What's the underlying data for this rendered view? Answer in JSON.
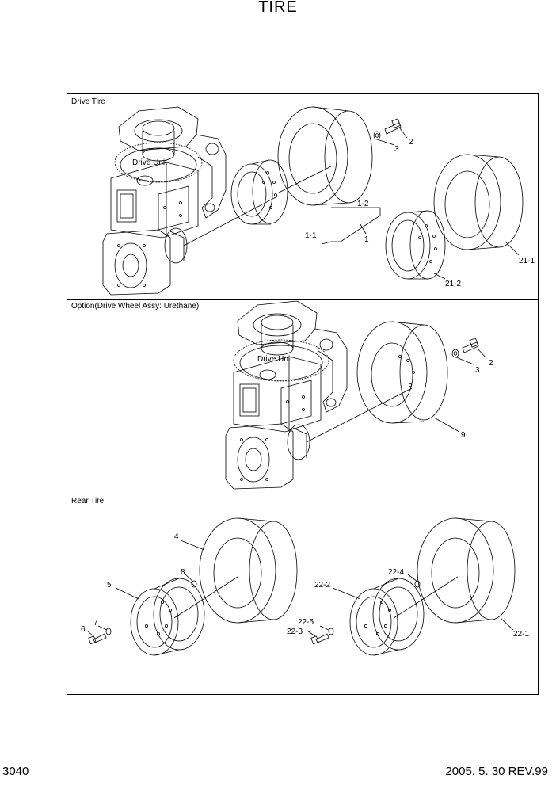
{
  "title": "TIRE",
  "panels": [
    {
      "label": "Drive Tire"
    },
    {
      "label": "Option(Drive Wheel Assy: Urethane)"
    },
    {
      "label": "Rear Tire"
    }
  ],
  "drive_unit_label": "Drive Unit",
  "callouts": {
    "p1": [
      "3",
      "2",
      "1-2",
      "1-1",
      "1",
      "21-1",
      "21-2"
    ],
    "p2": [
      "3",
      "2",
      "9"
    ],
    "p3": [
      "4",
      "8",
      "5",
      "7",
      "6",
      "22-4",
      "22-2",
      "22-5",
      "22-3",
      "22-1"
    ]
  },
  "footer": {
    "page": "3040",
    "revision": "2005. 5. 30 REV.99"
  }
}
